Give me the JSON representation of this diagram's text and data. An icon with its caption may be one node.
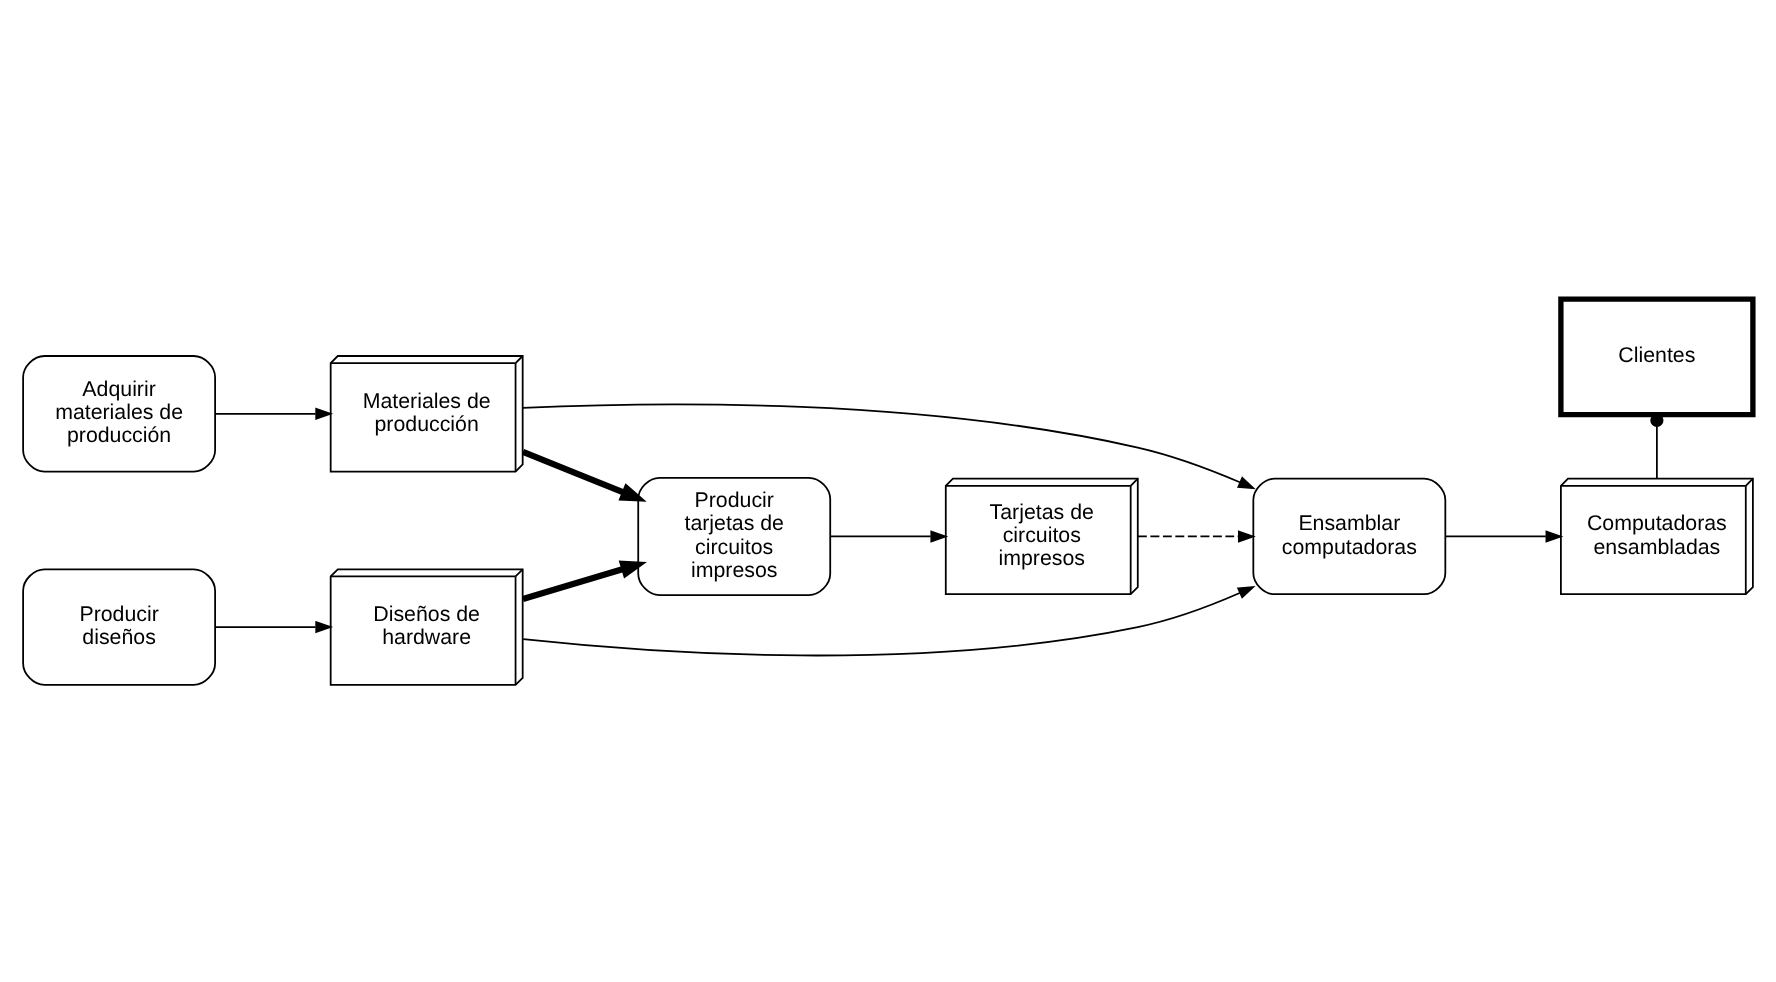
{
  "diagram": {
    "nodes": [
      {
        "text": [
          "Adquirir materiales de producción"
        ]
      },
      {
        "text": [
          "Materiales de producción"
        ]
      },
      {
        "text": [
          "Clientes"
        ]
      },
      {
        "text": [
          "Producir tarjetas de circuitos impresos"
        ]
      },
      {
        "text": [
          "Tarjetas de circuitos impresos"
        ]
      },
      {
        "text": [
          "Ensamblar computadoras"
        ]
      },
      {
        "text": [
          "Computadoras ensambladas"
        ]
      },
      {
        "text": [
          "Producir diseños"
        ]
      },
      {
        "text": [
          "Diseños de hardware"
        ]
      }
    ],
    "edges": [
      {
        "from": 0,
        "to": 1,
        "arrow": "to"
      },
      {
        "from": 1,
        "to": 3,
        "arrow": "to",
        "style": "thick"
      },
      {
        "from": 1,
        "to": 5,
        "arrow": "to"
      },
      {
        "from": 3,
        "to": 4,
        "arrow": "to"
      },
      {
        "from": 4,
        "to": 5,
        "arrow": "to",
        "style": "dashed"
      },
      {
        "from": 5,
        "to": 6,
        "arrow": "to"
      },
      {
        "from": 6,
        "to": 2,
        "arrow": "other"
      },
      {
        "from": 8,
        "to": 3,
        "arrow": "to",
        "style": "thick"
      },
      {
        "from": 8,
        "to": 5,
        "arrow": "to"
      },
      {
        "from": 7,
        "to": 8,
        "arrow": "to"
      }
    ]
  }
}
